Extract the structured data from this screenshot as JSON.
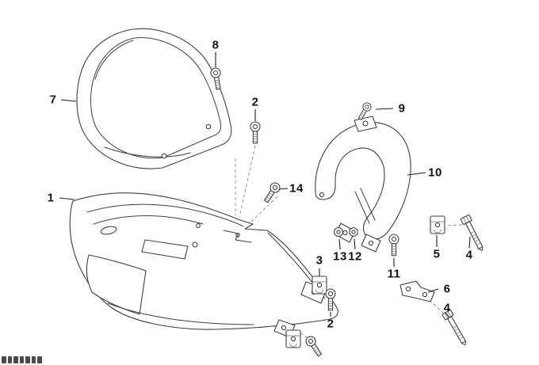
{
  "diagram": {
    "subject": "exploded-parts-diagram",
    "background_color": "#ffffff",
    "line_color": "#3f3f3f",
    "callouts": [
      {
        "label": "7",
        "part": "windshield"
      },
      {
        "label": "8",
        "part": "windshield-screw"
      },
      {
        "label": "2",
        "part": "fairing-screw-upper"
      },
      {
        "label": "9",
        "part": "carrier-screw"
      },
      {
        "label": "10",
        "part": "carrier-bracket"
      },
      {
        "label": "1",
        "part": "cockpit-fairing"
      },
      {
        "label": "14",
        "part": "center-screw"
      },
      {
        "label": "13",
        "part": "washer"
      },
      {
        "label": "12",
        "part": "nut"
      },
      {
        "label": "11",
        "part": "hex-bolt"
      },
      {
        "label": "5",
        "part": "clip-nut-upper"
      },
      {
        "label": "4",
        "part": "long-bolt-upper"
      },
      {
        "label": "3",
        "part": "clip-nut-mid"
      },
      {
        "label": "2",
        "part": "fairing-screw-lower"
      },
      {
        "label": "6",
        "part": "flat-bracket"
      },
      {
        "label": "4",
        "part": "long-bolt-lower"
      }
    ]
  }
}
